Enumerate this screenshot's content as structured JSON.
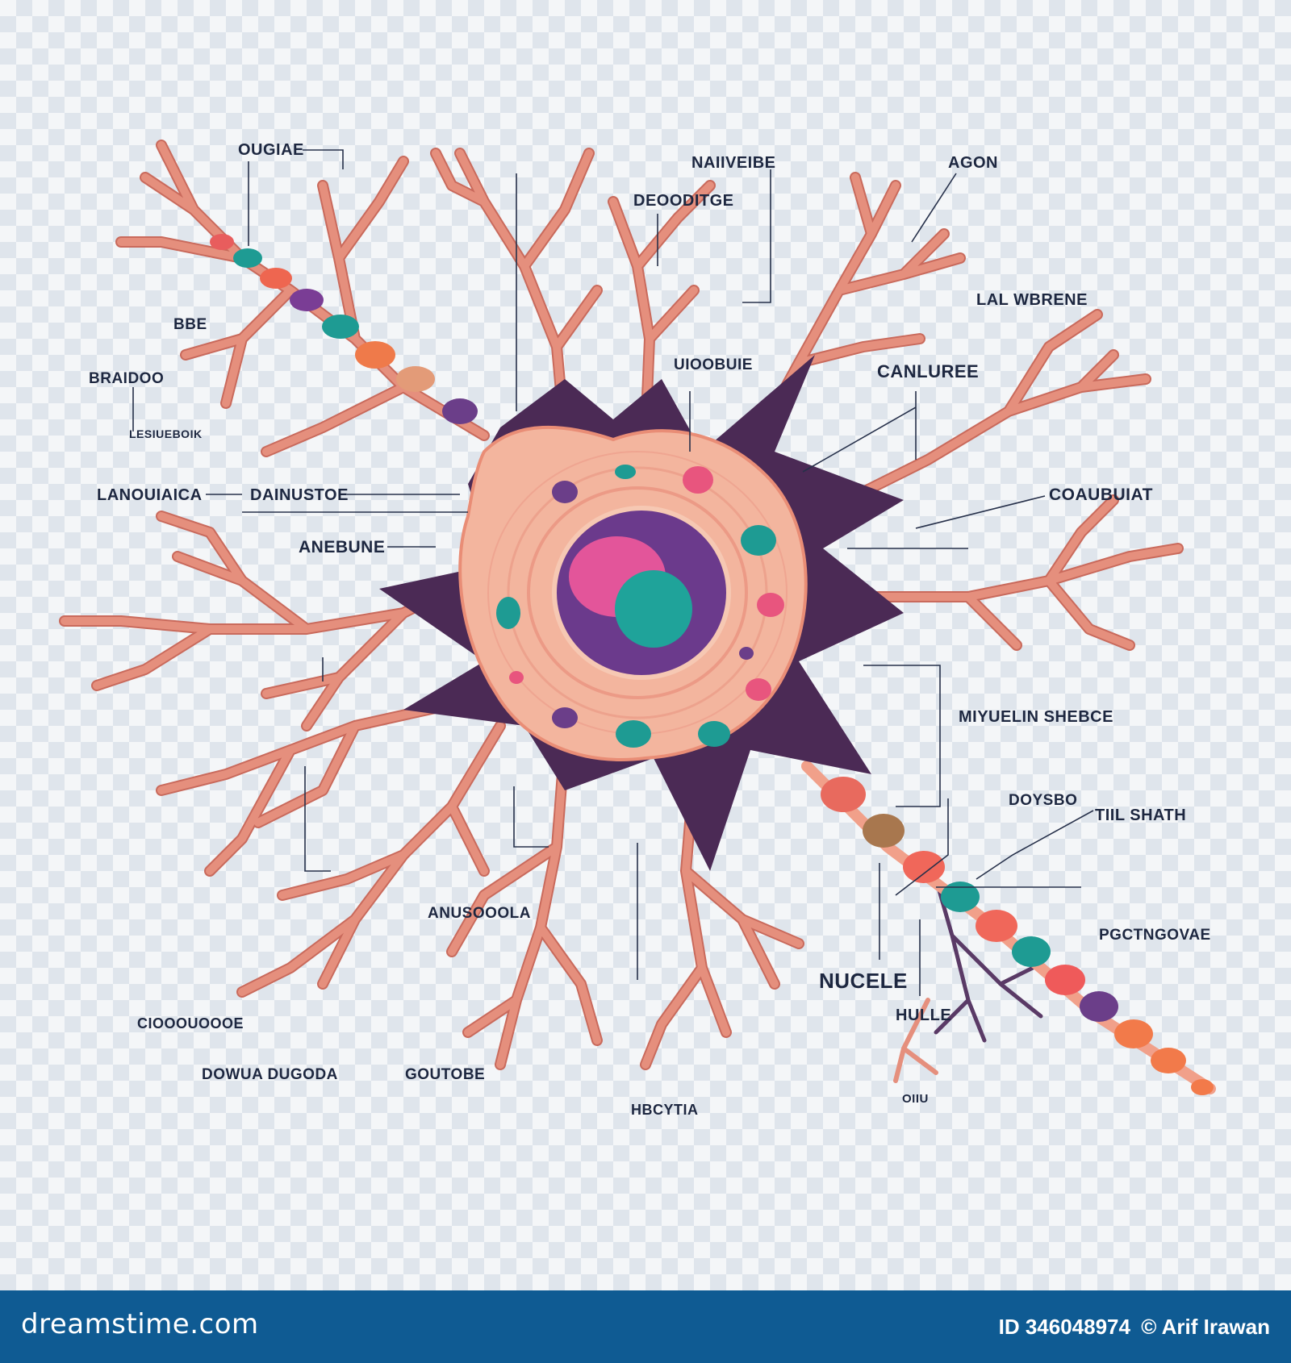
{
  "labels": {
    "l1": "OUGIAE",
    "l2": "NAIIVEIBE",
    "l3": "AGON",
    "l4": "DEOODITGE",
    "l5": "BBE",
    "l6": "LAL WBRENE",
    "l7": "BRAIDOO",
    "l8": "UIOOBUIE",
    "l9": "CANLUREE",
    "l10": "LESIUEBOIK",
    "l11": "LANOUIAICA",
    "l12": "DAINUSTOE",
    "l13": "COAUBUIAT",
    "l14": "ANEBUNE",
    "l15": "MIYUELIN SHEBCE",
    "l16": "DOYSBO",
    "l17": "TIIL SHATH",
    "l18": "ANUSOOOLA",
    "l19": "PGCTNGOVAE",
    "l20": "NUCELE",
    "l21": "HULLE",
    "l22": "CIOOOUOOOE",
    "l23": "DOWUA DUGODA",
    "l24": "GOUTOBE",
    "l25": "HBCYTIA",
    "l26": "OIIU"
  },
  "footer": {
    "brand": "dreamstime.com",
    "id_text": "ID 346048974",
    "author": "© Arif Irawan"
  },
  "colors": {
    "dendrite": "#e58f7d",
    "soma": "#f3b59e",
    "cytoplasm_dark": "#4b2a55",
    "nucleus": "#6b3a8c",
    "nucleolus_pink": "#e3559a",
    "nucleolus_teal": "#1fa39a",
    "footer": "#0f5b93"
  }
}
